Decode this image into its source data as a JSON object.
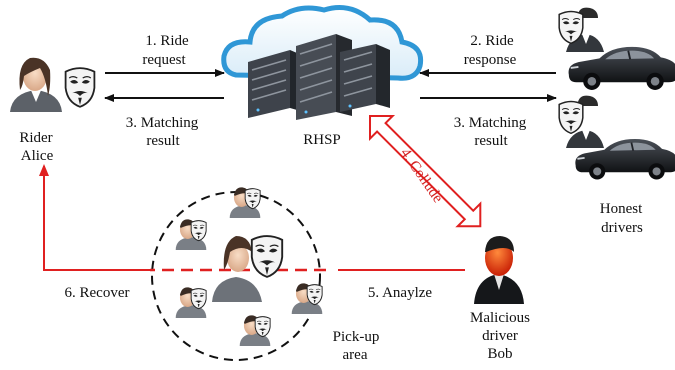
{
  "labels": {
    "ride_request_1": "1. Ride",
    "ride_request_2": "request",
    "matching_left_1": "3. Matching",
    "matching_left_2": "result",
    "rider_1": "Rider",
    "rider_2": "Alice",
    "rhsp": "RHSP",
    "ride_response_1": "2. Ride",
    "ride_response_2": "response",
    "matching_right_1": "3. Matching",
    "matching_right_2": "result",
    "honest_1": "Honest",
    "honest_2": "drivers",
    "collude": "4. Collude",
    "recover": "6. Recover",
    "analyze": "5. Anaylze",
    "malicious_1": "Malicious",
    "malicious_2": "driver",
    "malicious_3": "Bob",
    "pickup_1": "Pick-up",
    "pickup_2": "area"
  },
  "colors": {
    "arrow_black": "#111111",
    "arrow_red": "#e02020",
    "cloud": "#3aa0d8",
    "server": "#4a4f57",
    "car": "#1e2126",
    "malicious_face": "#e23a10"
  },
  "icons": [
    "rider-icon",
    "anonymous-mask-icon",
    "server-cloud-icon",
    "driver-icon",
    "car-icon",
    "malicious-driver-icon"
  ]
}
